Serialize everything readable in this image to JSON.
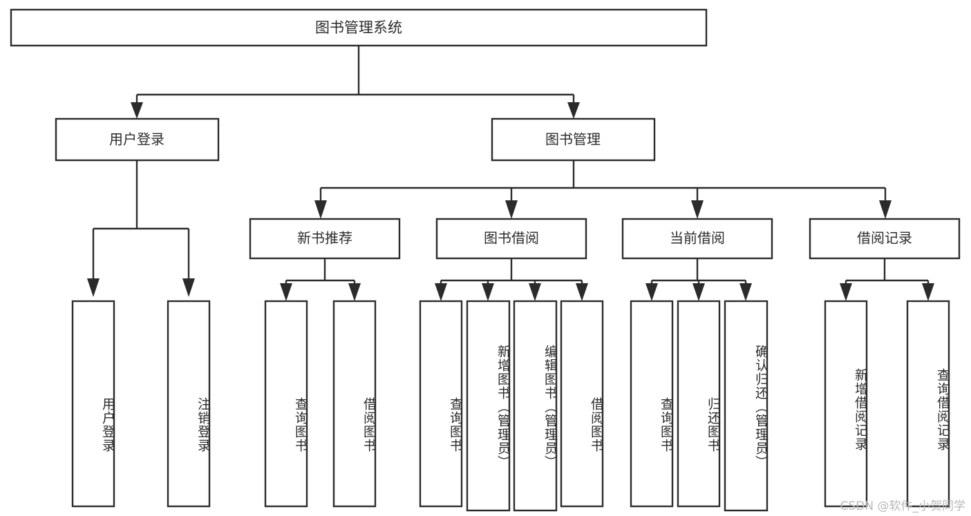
{
  "diagram": {
    "type": "tree-hierarchy",
    "title": "图书管理系统",
    "orientation": "top-down",
    "colors": {
      "stroke": "#2b2b2b",
      "fill": "#ffffff",
      "background": "#ffffff",
      "watermark": "#b8b8b8"
    },
    "root": {
      "label": "图书管理系统"
    },
    "level2": [
      {
        "label": "用户登录"
      },
      {
        "label": "图书管理"
      }
    ],
    "level3": [
      {
        "label": "新书推荐"
      },
      {
        "label": "图书借阅"
      },
      {
        "label": "当前借阅"
      },
      {
        "label": "借阅记录"
      }
    ],
    "leaves": {
      "user_login": [
        {
          "label": "用户登录"
        },
        {
          "label": "注销登录"
        }
      ],
      "new_book_recommend": [
        {
          "label": "查询图书"
        },
        {
          "label": "借阅图书"
        }
      ],
      "book_borrow": [
        {
          "label": "查询图书"
        },
        {
          "label": "新增图书（管理员）"
        },
        {
          "label": "编辑图书（管理员）"
        },
        {
          "label": "借阅图书"
        }
      ],
      "current_borrow": [
        {
          "label": "查询图书"
        },
        {
          "label": "归还图书"
        },
        {
          "label": "确认归还（管理员）"
        }
      ],
      "borrow_record": [
        {
          "label": "新增借阅记录"
        },
        {
          "label": "查询借阅记录"
        }
      ]
    }
  },
  "watermark": {
    "text": "CSDN @软件_小贺同学"
  }
}
